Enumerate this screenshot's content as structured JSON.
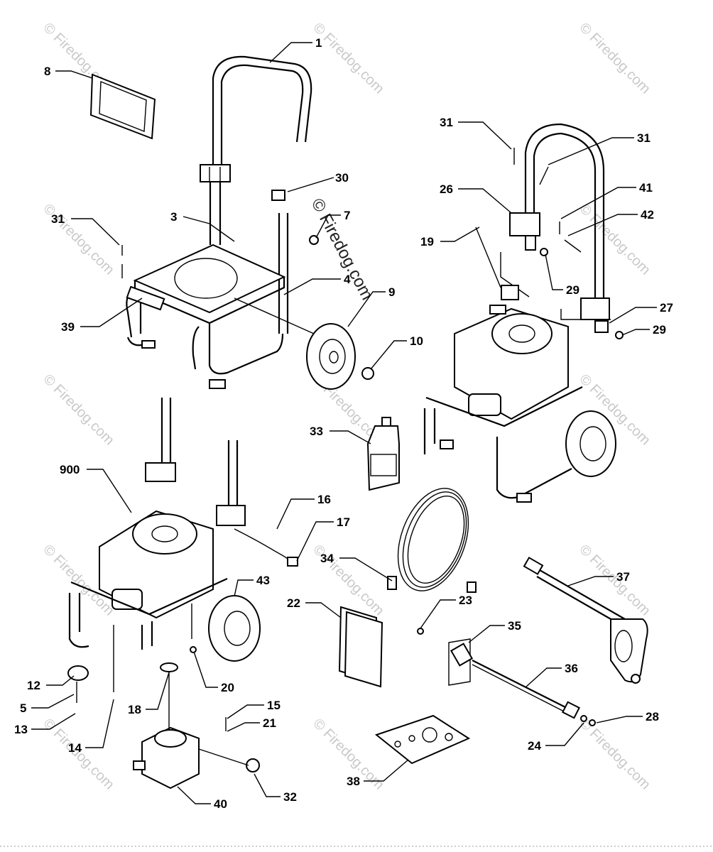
{
  "watermark": {
    "text": "© Firedog.com",
    "center_text": "© Firedog.com"
  },
  "callouts": [
    {
      "id": "1",
      "label": "1"
    },
    {
      "id": "8",
      "label": "8"
    },
    {
      "id": "30",
      "label": "30"
    },
    {
      "id": "3",
      "label": "3"
    },
    {
      "id": "7",
      "label": "7"
    },
    {
      "id": "31a",
      "label": "31"
    },
    {
      "id": "4",
      "label": "4"
    },
    {
      "id": "9",
      "label": "9"
    },
    {
      "id": "39",
      "label": "39"
    },
    {
      "id": "10",
      "label": "10"
    },
    {
      "id": "31b",
      "label": "31"
    },
    {
      "id": "31c",
      "label": "31"
    },
    {
      "id": "26",
      "label": "26"
    },
    {
      "id": "41",
      "label": "41"
    },
    {
      "id": "42",
      "label": "42"
    },
    {
      "id": "19",
      "label": "19"
    },
    {
      "id": "29a",
      "label": "29"
    },
    {
      "id": "27",
      "label": "27"
    },
    {
      "id": "29b",
      "label": "29"
    },
    {
      "id": "33",
      "label": "33"
    },
    {
      "id": "900",
      "label": "900"
    },
    {
      "id": "16",
      "label": "16"
    },
    {
      "id": "17",
      "label": "17"
    },
    {
      "id": "34",
      "label": "34"
    },
    {
      "id": "37",
      "label": "37"
    },
    {
      "id": "43",
      "label": "43"
    },
    {
      "id": "22",
      "label": "22"
    },
    {
      "id": "23",
      "label": "23"
    },
    {
      "id": "35",
      "label": "35"
    },
    {
      "id": "12",
      "label": "12"
    },
    {
      "id": "20",
      "label": "20"
    },
    {
      "id": "36",
      "label": "36"
    },
    {
      "id": "5",
      "label": "5"
    },
    {
      "id": "18",
      "label": "18"
    },
    {
      "id": "15",
      "label": "15"
    },
    {
      "id": "13",
      "label": "13"
    },
    {
      "id": "21",
      "label": "21"
    },
    {
      "id": "28",
      "label": "28"
    },
    {
      "id": "14",
      "label": "14"
    },
    {
      "id": "24",
      "label": "24"
    },
    {
      "id": "32",
      "label": "32"
    },
    {
      "id": "38",
      "label": "38"
    },
    {
      "id": "40",
      "label": "40"
    }
  ]
}
